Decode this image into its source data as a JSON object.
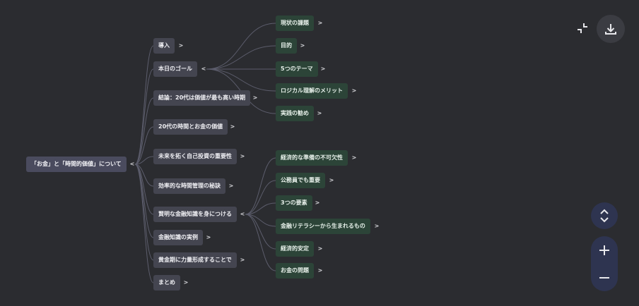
{
  "mindmap": {
    "root": {
      "label": "「お金」と「時間的価値」について",
      "toggle": "<"
    },
    "branches": [
      {
        "label": "導入",
        "toggle": ">"
      },
      {
        "label": "本日のゴール",
        "toggle": "<"
      },
      {
        "label": "結論：20代は価値が最も高い時期",
        "toggle": ">"
      },
      {
        "label": "20代の時間とお金の価値",
        "toggle": ">"
      },
      {
        "label": "未来を拓く自己投資の重要性",
        "toggle": ">"
      },
      {
        "label": "効率的な時間管理の秘訣",
        "toggle": ">"
      },
      {
        "label": "賢明な金融知識を身につける",
        "toggle": "<"
      },
      {
        "label": "金融知識の実例",
        "toggle": ">"
      },
      {
        "label": "黄金期に力量形成することで",
        "toggle": ">"
      },
      {
        "label": "まとめ",
        "toggle": ">"
      }
    ],
    "goal_children": [
      {
        "label": "現状の課題",
        "toggle": ">"
      },
      {
        "label": "目的",
        "toggle": ">"
      },
      {
        "label": "5つのテーマ",
        "toggle": ">"
      },
      {
        "label": "ロジカル理解のメリット",
        "toggle": ">"
      },
      {
        "label": "実践の勧め",
        "toggle": ">"
      }
    ],
    "finance_children": [
      {
        "label": "経済的な準備の不可欠性",
        "toggle": ">"
      },
      {
        "label": "公務員でも重要",
        "toggle": ">"
      },
      {
        "label": "3つの要素",
        "toggle": ">"
      },
      {
        "label": "金融リテラシーから生まれるもの",
        "toggle": ">"
      },
      {
        "label": "経済的安定",
        "toggle": ">"
      },
      {
        "label": "お金の問題",
        "toggle": ">"
      }
    ]
  },
  "controls": {
    "collapse_icon": "collapse-icon",
    "download_icon": "download-icon",
    "navigate_icon": "chevron-up-down-icon",
    "zoom_in_icon": "plus-icon",
    "zoom_out_icon": "minus-icon"
  },
  "colors": {
    "background": "#2b2c30",
    "root_node": "#4a4b5e",
    "branch_node": "#444550",
    "leaf_node": "#2c4438",
    "edge": "#5c5d6c",
    "control_panel": "#2e3450"
  }
}
